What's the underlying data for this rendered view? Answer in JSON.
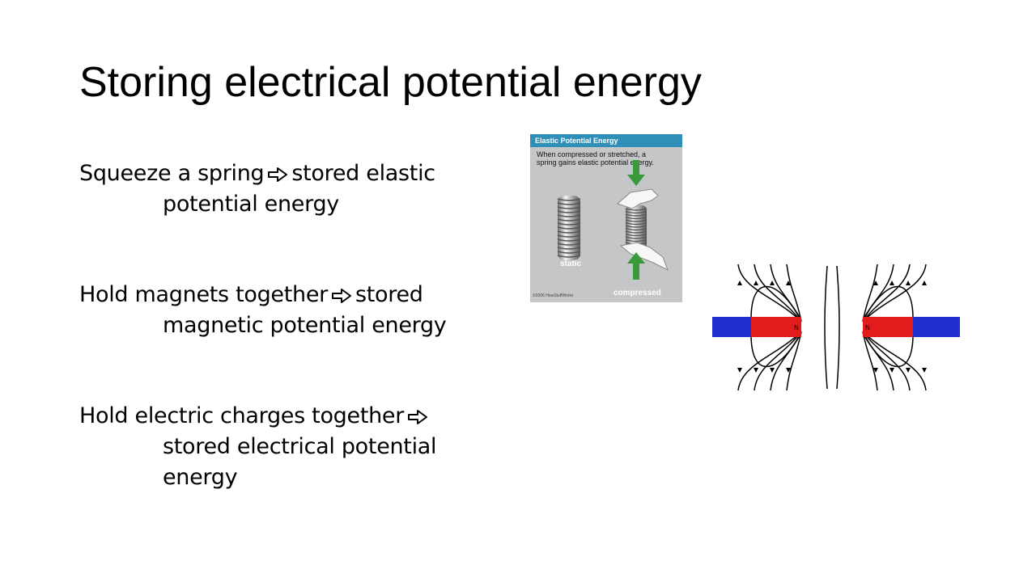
{
  "slide": {
    "title": "Storing electrical potential energy",
    "bullets": [
      {
        "lines": [
          "Squeeze a spring",
          "stored elastic",
          "potential energy"
        ]
      },
      {
        "lines": [
          "Hold magnets together",
          "stored",
          "magnetic potential energy"
        ]
      },
      {
        "lines": [
          "Hold electric charges together",
          "",
          "stored electrical potential",
          "energy"
        ]
      }
    ],
    "arrow_icon": "hollow-right-arrow-icon"
  },
  "spring_figure": {
    "header": "Elastic Potential Energy",
    "description": "When compressed or stretched, a spring gains elastic potential energy.",
    "label_static": "static",
    "label_compressed": "compressed",
    "copyright": "©2006 HowStuffWorks",
    "header_color": "#2f8fb7",
    "arrow_color": "#3a9a3a"
  },
  "magnet_figure": {
    "pole_left": "N",
    "pole_right": "N",
    "north_color": "#e21c1c",
    "south_color": "#1f2fd0"
  }
}
